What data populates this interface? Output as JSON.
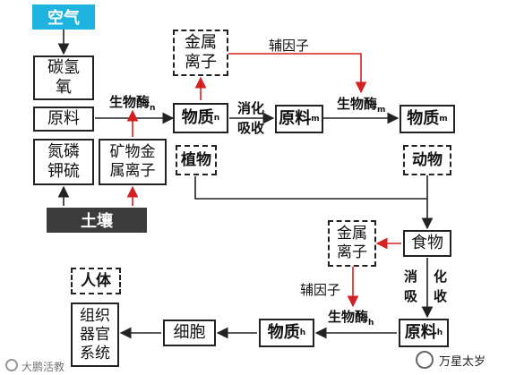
{
  "nodes": {
    "air": "空气",
    "carbon_hydrogen_oxygen": [
      "碳氢",
      "氧"
    ],
    "raw_material_left": "原料",
    "nitrogen_phosphorus": [
      "氮磷",
      "钾硫"
    ],
    "mineral_ions": [
      "矿物金",
      "属离子"
    ],
    "soil": "土壤",
    "metal_ion_top": [
      "金属",
      "离子"
    ],
    "substance_n": {
      "text": "物质",
      "sub": "n"
    },
    "raw_material_m": {
      "text": "原料",
      "sub": "m"
    },
    "substance_m": {
      "text": "物质",
      "sub": "m"
    },
    "plant": "植物",
    "animal": "动物",
    "food": "食物",
    "metal_ion_mid": [
      "金属",
      "离子"
    ],
    "raw_material_h": {
      "text": "原料",
      "sub": "h"
    },
    "substance_h": {
      "text": "物质",
      "sub": "h"
    },
    "cell": "细胞",
    "tissue_organ_system": [
      "组织",
      "器官",
      "系统"
    ],
    "human_body": "人体"
  },
  "labels": {
    "bioenzyme_n": {
      "text": "生物酶",
      "sub": "n"
    },
    "bioenzyme_m": {
      "text": "生物酶",
      "sub": "m"
    },
    "bioenzyme_h": {
      "text": "生物酶",
      "sub": "h"
    },
    "cofactor_top": "辅因子",
    "cofactor_mid": "辅因子",
    "digest_absorb_top": [
      "消化",
      "吸收"
    ],
    "digest_absorb_mid": [
      "消",
      "化",
      "吸",
      "收"
    ]
  },
  "watermarks": {
    "left": "大鹏活教",
    "right": "万星太岁"
  },
  "colors": {
    "black_arrow": "#222222",
    "red_arrow": "#d42020",
    "air_fill": "#1fb4e0",
    "soil_fill": "#3c3c3c"
  }
}
